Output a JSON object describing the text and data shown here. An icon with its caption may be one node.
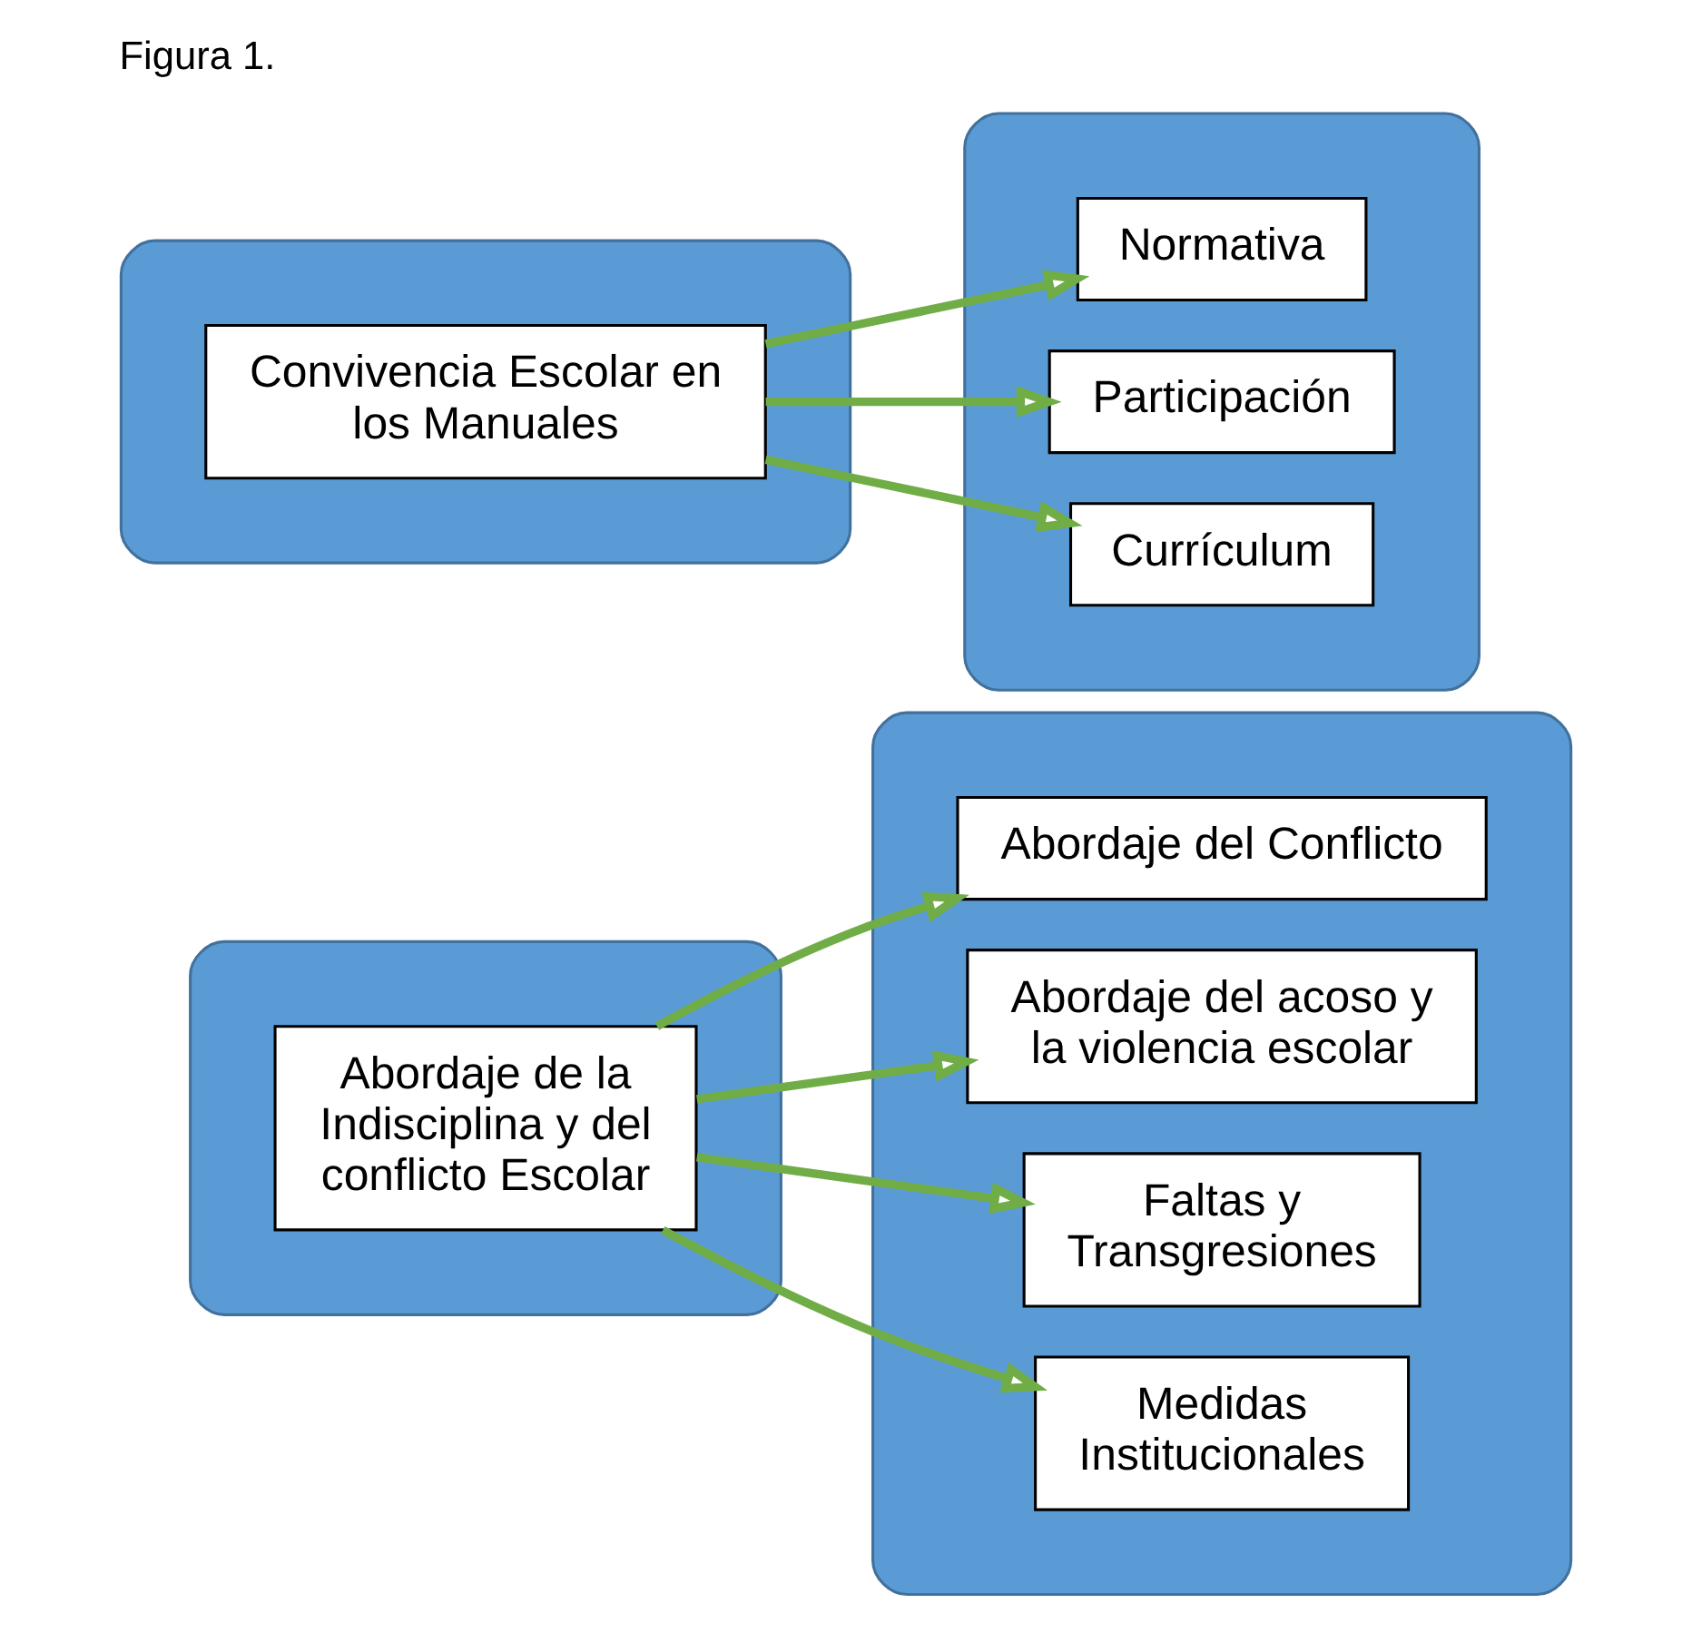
{
  "diagram": {
    "title": "Figura 1.",
    "nodes": [
      {
        "text": [],
        "shape": "box"
      },
      {
        "text": [
          "Convivencia Escolar en los Manuales"
        ],
        "in": 0
      },
      {
        "text": [],
        "shape": "box"
      },
      {
        "text": [
          "Normativa"
        ],
        "in": 2
      },
      {
        "text": [
          "Participación"
        ],
        "in": 2
      },
      {
        "text": [
          "Currículum"
        ],
        "in": 2
      },
      {
        "text": [],
        "shape": "box"
      },
      {
        "text": [
          "Abordaje de la Indisciplina y del conflicto Escolar"
        ],
        "in": 6
      },
      {
        "text": [],
        "shape": "box"
      },
      {
        "text": [
          "Abordaje del Conflicto"
        ],
        "in": 8
      },
      {
        "text": [
          "Abordaje del acoso y la violencia escolar"
        ],
        "in": 8
      },
      {
        "text": [
          "Faltas y Transgresiones"
        ],
        "in": 8
      },
      {
        "text": [
          "Medidas Institucionales"
        ],
        "in": 8
      }
    ],
    "edges": [
      {
        "from": 1,
        "to": 3,
        "arrow": "to"
      },
      {
        "from": 1,
        "to": 4,
        "arrow": "to"
      },
      {
        "from": 1,
        "to": 5,
        "arrow": "to"
      },
      {
        "from": 7,
        "to": 9,
        "arrow": "to"
      },
      {
        "from": 7,
        "to": 10,
        "arrow": "to"
      },
      {
        "from": 7,
        "to": 11,
        "arrow": "to"
      },
      {
        "from": 7,
        "to": 12,
        "arrow": "to"
      }
    ]
  }
}
